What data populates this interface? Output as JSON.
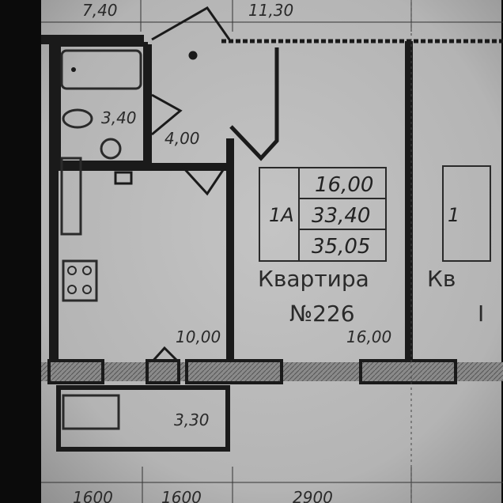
{
  "plan": {
    "top_dims": {
      "left": "7,40",
      "right": "11,30"
    },
    "rooms": {
      "bath_area": "3,40",
      "hall_area": "4,00",
      "kitchen_area": "10,00",
      "living_area": "16,00",
      "balcony_area": "3,30"
    },
    "apartment": {
      "type": "1А",
      "living_area": "16,00",
      "total_area": "33,40",
      "total_with_balcony": "35,05",
      "caption": "Квартира",
      "number": "№226"
    },
    "neighbor": {
      "type_partial": "1",
      "caption_partial": "Кв",
      "number_partial": "I"
    },
    "bottom_dims": {
      "a": "1600",
      "b": "1600",
      "c": "2900"
    },
    "colors": {
      "background": "#0b0b0b",
      "paper": "#b9b9b9",
      "wall": "#1a1a1a",
      "ink": "#2a2a2a"
    }
  }
}
